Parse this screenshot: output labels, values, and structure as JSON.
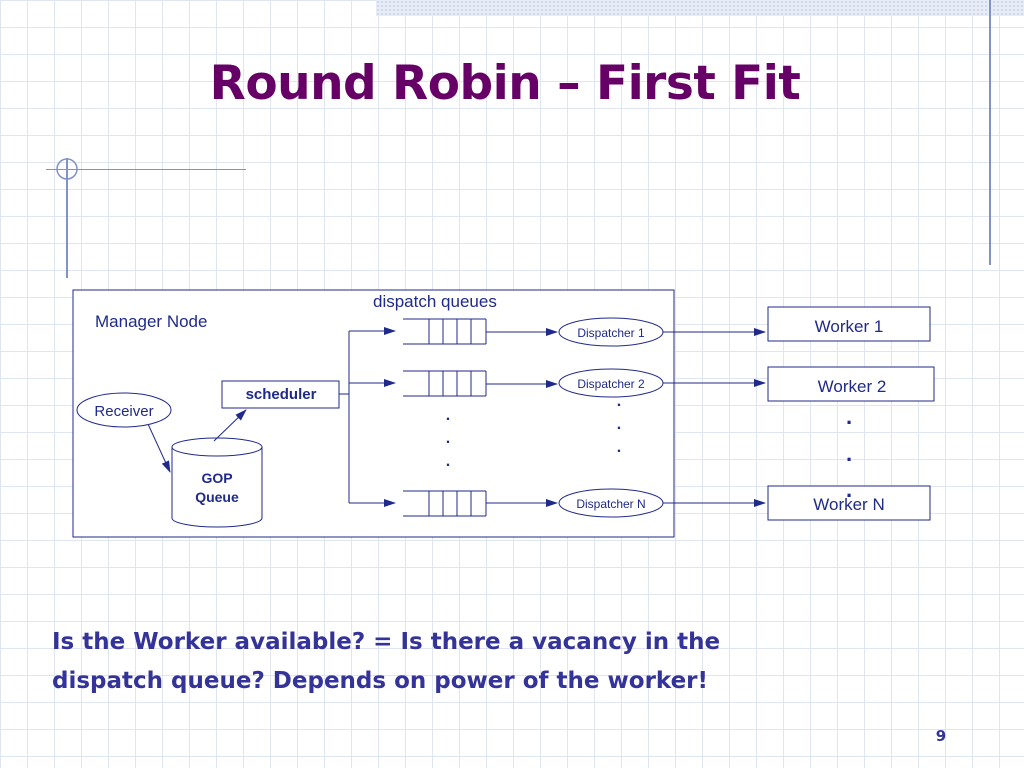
{
  "slide": {
    "title": "Round Robin – First Fit",
    "body_line1": "Is the Worker available? = Is there a vacancy in the",
    "body_line2": "dispatch queue? Depends on power of the worker!",
    "page_number": "9"
  },
  "diagram": {
    "manager_label": "Manager Node",
    "dispatch_queues_label": "dispatch queues",
    "receiver": "Receiver",
    "scheduler": "scheduler",
    "gop_line1": "GOP",
    "gop_line2": "Queue",
    "dispatchers": [
      "Dispatcher 1",
      "Dispatcher 2",
      "Dispatcher N"
    ],
    "workers": [
      "Worker 1",
      "Worker 2",
      "Worker N"
    ],
    "ellipsis_dot": "."
  }
}
